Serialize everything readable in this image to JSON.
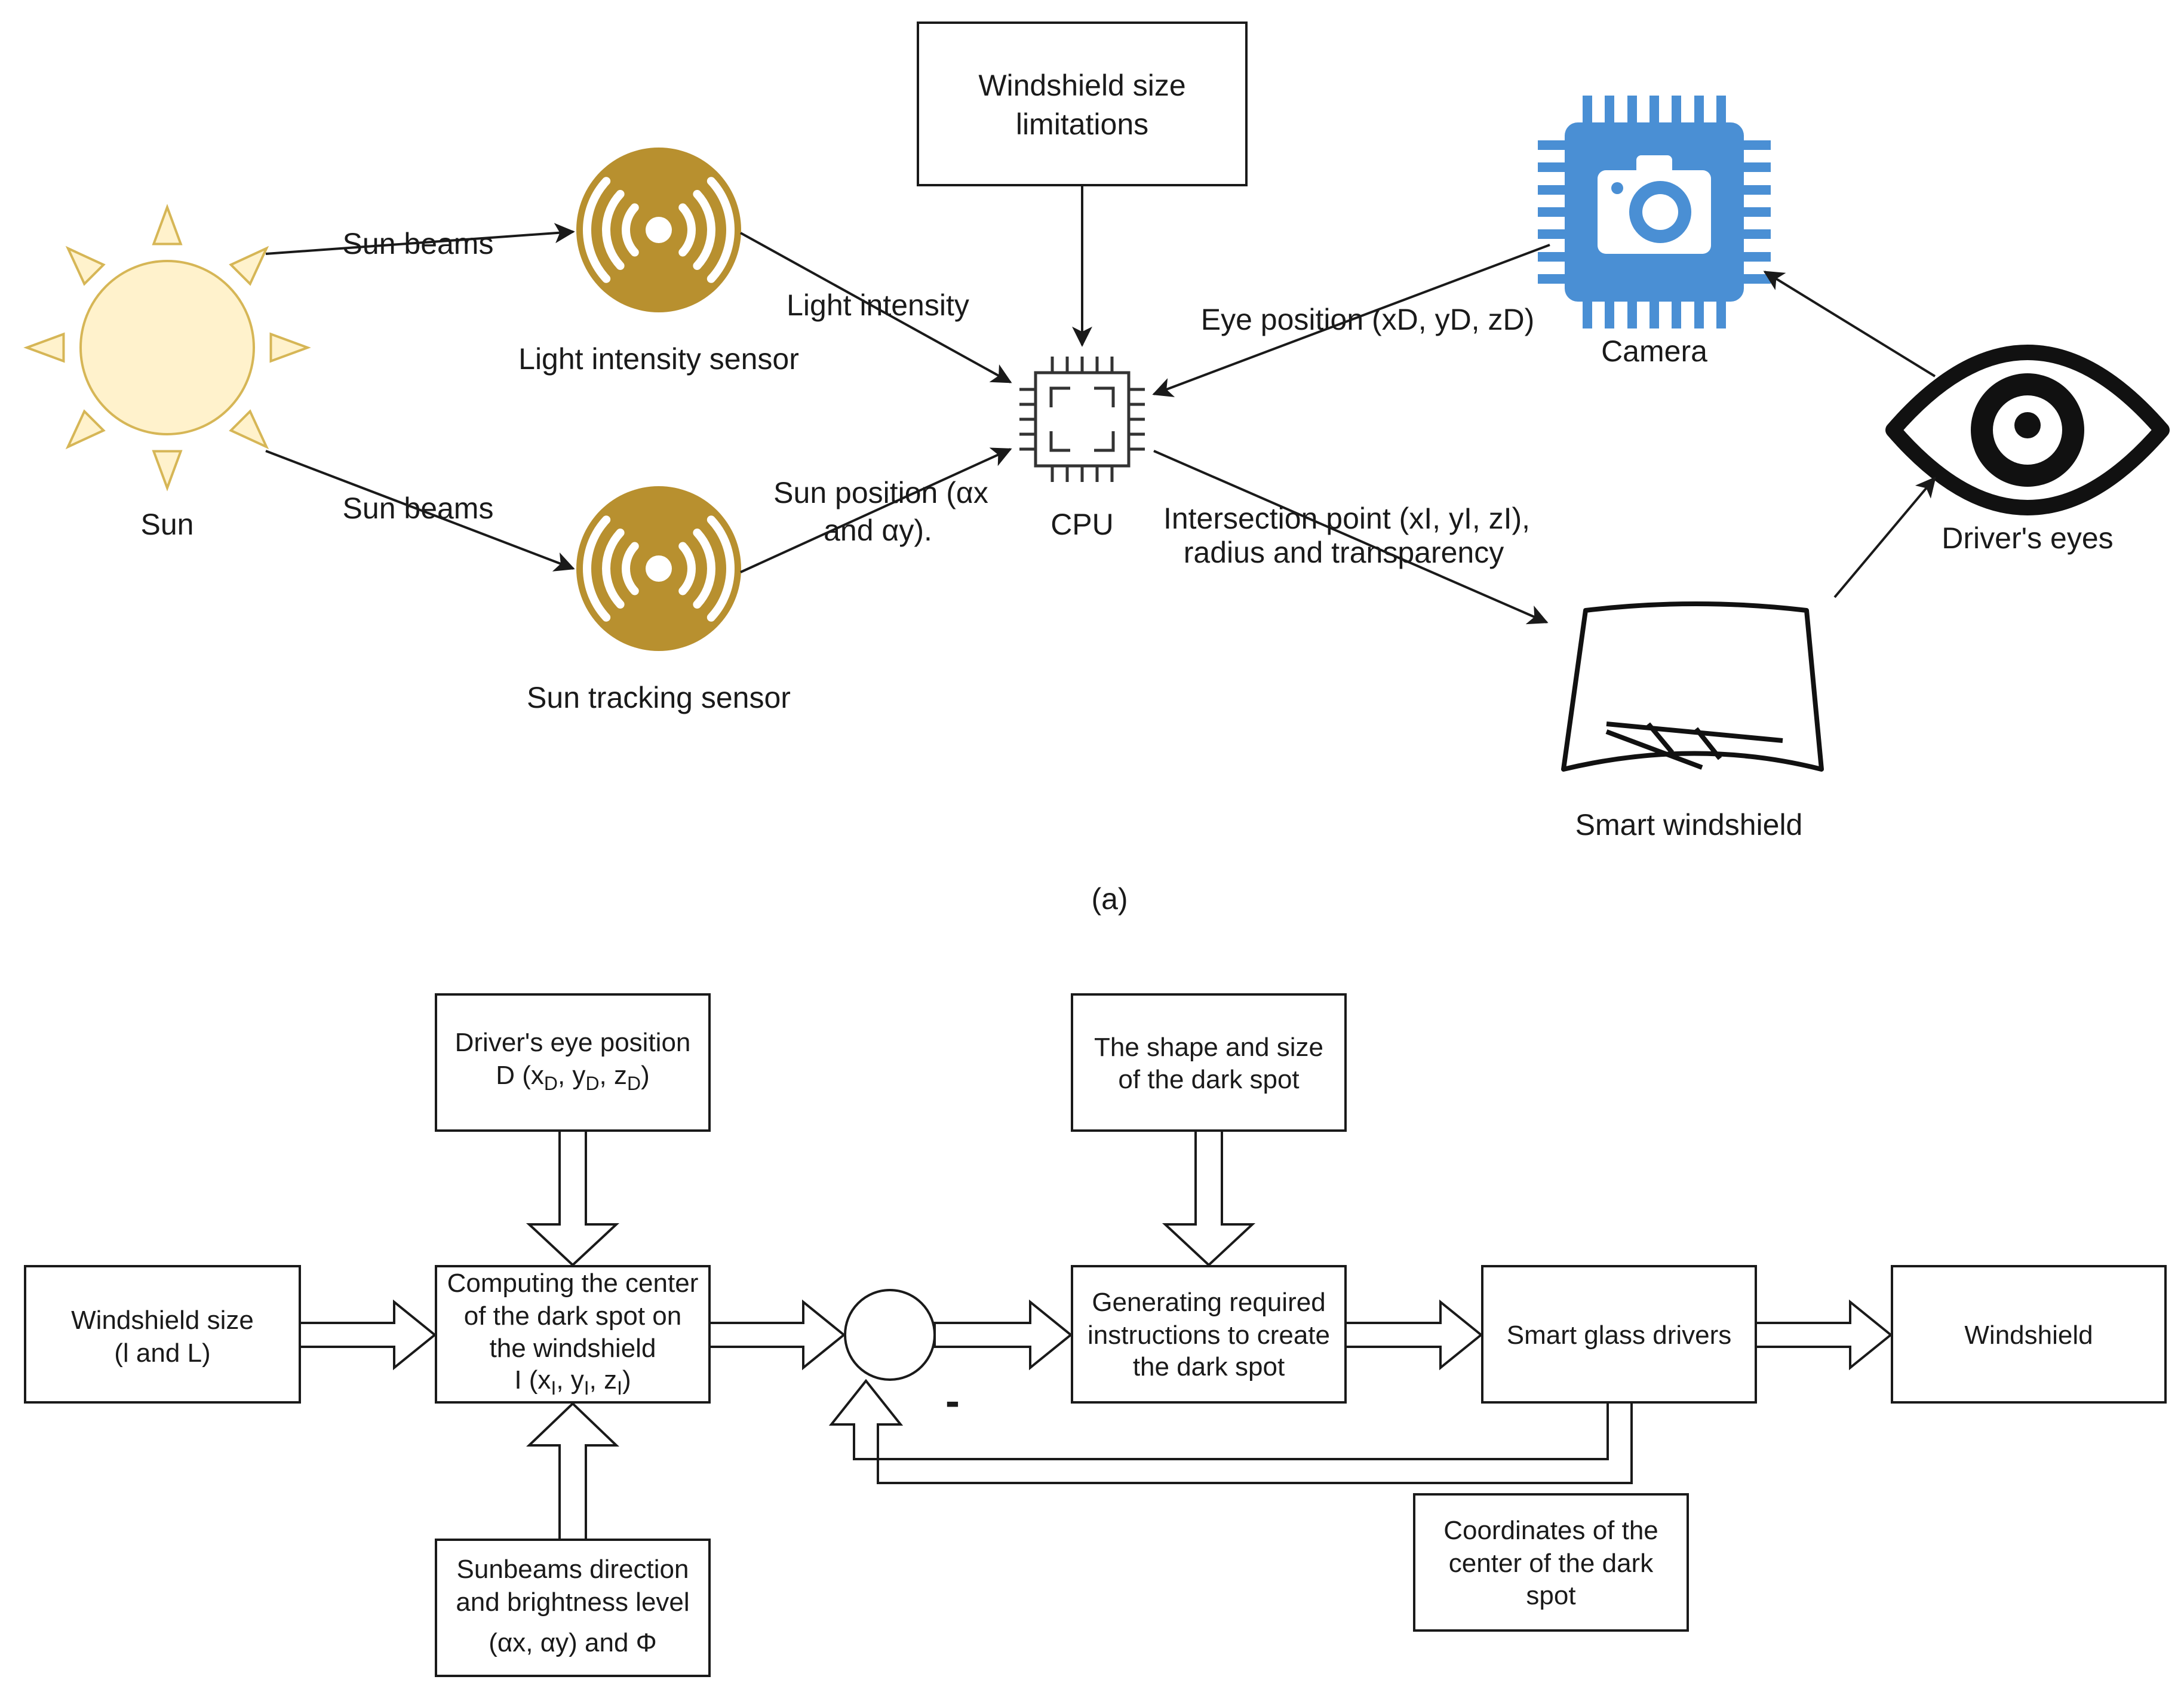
{
  "part_a": {
    "sun_label": "Sun",
    "sun_beams_top": "Sun beams",
    "sun_beams_bottom": "Sun beams",
    "light_sensor_label": "Light intensity sensor",
    "sun_tracking_label": "Sun tracking sensor",
    "light_intensity_edge": "Light intensity",
    "sun_position_edge": [
      "Sun position (αx",
      "and αy)."
    ],
    "windshield_limits": [
      "Windshield size",
      "limitations"
    ],
    "cpu_label": "CPU",
    "eye_position_edge": "Eye position (xD, yD, zD)",
    "camera_label": "Camera",
    "drivers_eyes_label": "Driver's eyes",
    "intersection_edge": [
      "Intersection point (xI, yI, zI),",
      "radius and transparency"
    ],
    "smart_windshield_label": "Smart windshield",
    "caption": "(a)",
    "colors": {
      "sun_fill": "#FFF2CC",
      "sun_stroke": "#D6B656",
      "sensor_fill": "#B8902F",
      "camera_fill": "#4A8FD4"
    }
  },
  "part_b": {
    "driver_eye_box": [
      "Driver's eye position",
      "D (x",
      "D",
      ", y",
      "D",
      ", z",
      "D",
      ")"
    ],
    "shape_box": [
      "The shape and size",
      "of the dark spot"
    ],
    "windshield_size_box": [
      "Windshield size",
      "(l and L)"
    ],
    "computing_box": [
      "Computing the center",
      "of the dark spot on",
      "the windshield",
      "I (x",
      "I",
      ", y",
      "I",
      ", z",
      "I",
      ")"
    ],
    "generating_box": [
      "Generating required",
      "instructions to create",
      "the dark spot"
    ],
    "smart_glass_box": "Smart glass drivers",
    "windshield_box": "Windshield",
    "sunbeams_box": [
      "Sunbeams direction",
      "and brightness level",
      "(αx, αy) and Φ"
    ],
    "coordinates_box": [
      "Coordinates of the",
      "center of the dark",
      "spot"
    ],
    "minus_sign": "-"
  }
}
